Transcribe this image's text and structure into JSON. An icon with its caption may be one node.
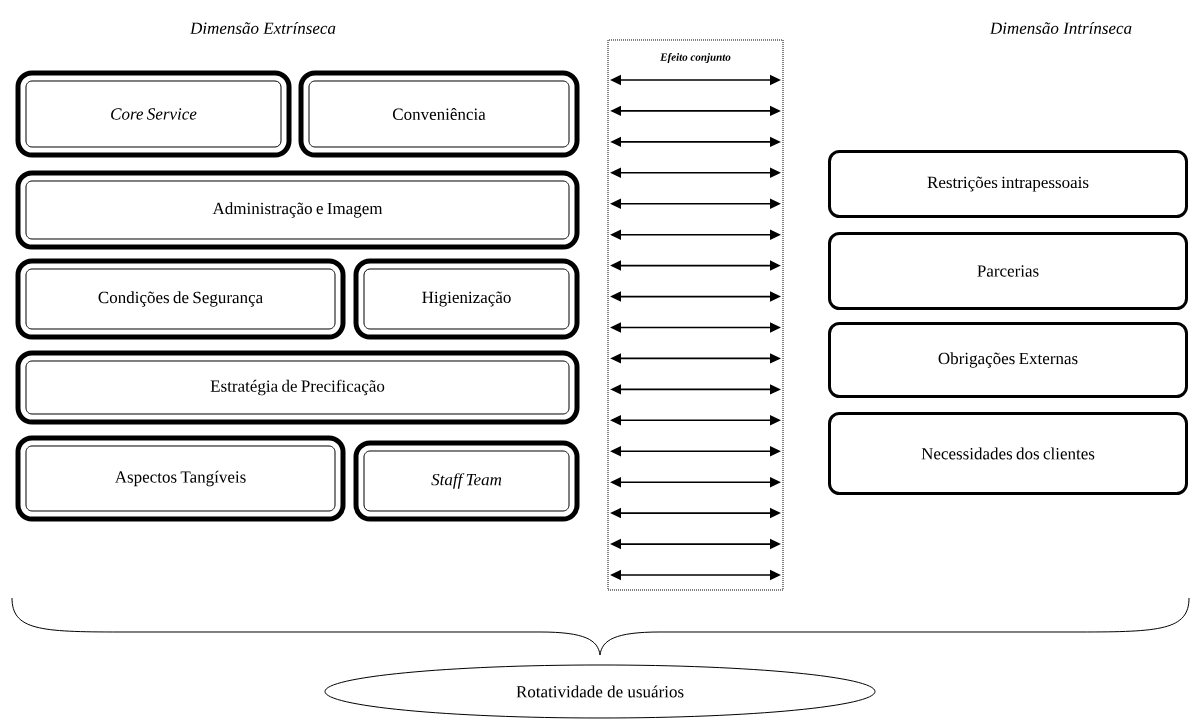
{
  "diagram": {
    "nodes": [
      {
        "text": [
          "Core Service"
        ]
      },
      {
        "text": [
          "Conveniência"
        ]
      },
      {
        "text": [
          "Administração e Imagem"
        ]
      },
      {
        "text": [
          "Condições de Segurança"
        ]
      },
      {
        "text": [
          "Higienização"
        ]
      },
      {
        "text": [
          "Estratégia de Precificação"
        ]
      },
      {
        "text": [
          "Aspectos Tangíveis"
        ]
      },
      {
        "text": [
          "Staff Team"
        ]
      },
      {
        "text": [
          "Efeito conjunto"
        ]
      },
      {
        "text": [
          "Restrições intrapessoais"
        ]
      },
      {
        "text": [
          "Parcerias"
        ]
      },
      {
        "text": [
          "Obrigações Externas"
        ]
      },
      {
        "text": [
          "Necessidades dos clientes"
        ]
      },
      {
        "text": [
          "Rotatividade de usuários"
        ]
      }
    ],
    "edges": [],
    "labels": [
      "Dimensão Extrínseca",
      "Dimensão Intrínseca"
    ]
  }
}
